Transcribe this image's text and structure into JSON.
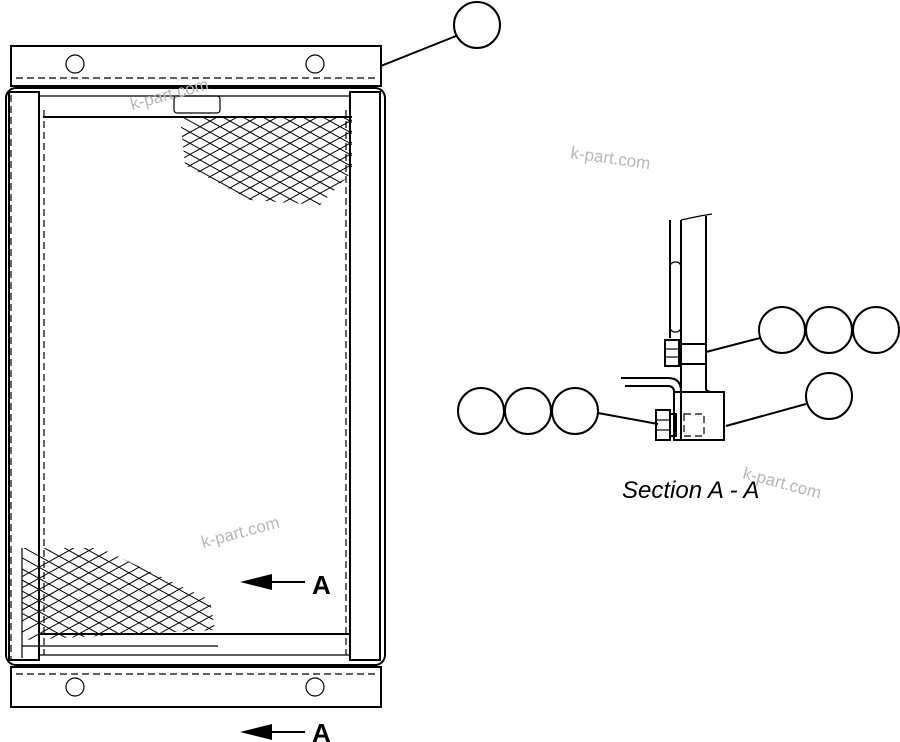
{
  "section_arrow": {
    "letter": "A"
  },
  "view_arrow": {
    "letter": "A"
  },
  "section_caption": "Section A - A",
  "watermarks": [
    "k-part.com",
    "k-part.com",
    "k-part.com",
    "k-part.com"
  ]
}
